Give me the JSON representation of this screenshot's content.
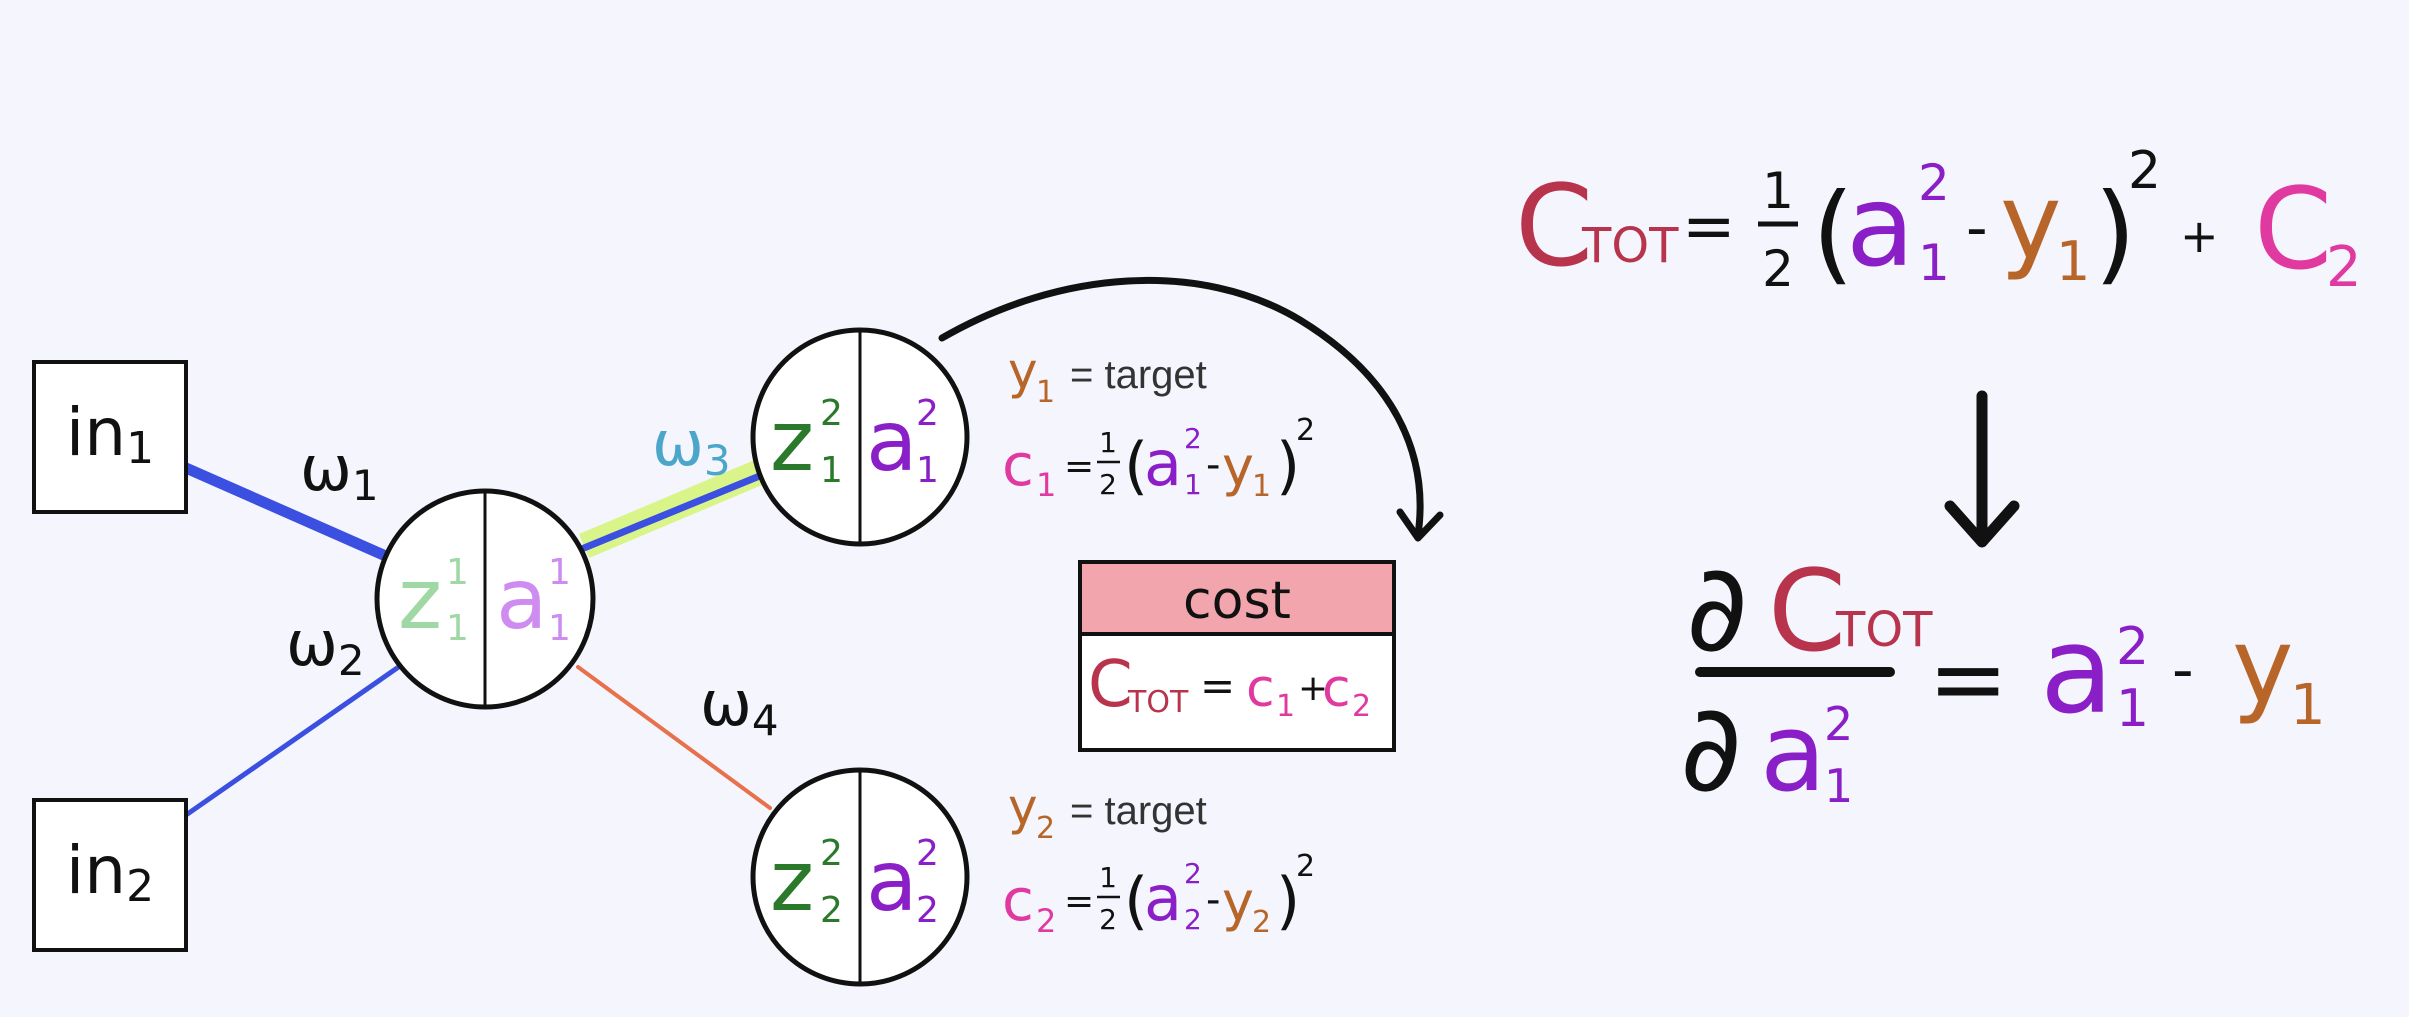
{
  "colors": {
    "background": "#f4f5fd",
    "weight_strong": "#3b4fe0",
    "weight_highlight": "#d9f58a",
    "weight_w3_label": "#4ba6c9",
    "weight_w4": "#e8704a",
    "z_layer1": "#9fd8a4",
    "a_layer1": "#cf8cf0",
    "z_layer2": "#2b7a2b",
    "a_layer2": "#8a1fc7",
    "cost_total": "#b8344c",
    "cost_parts": "#e0399f",
    "target": "#b8652a",
    "cost_header_bg": "#f2a5ad",
    "ink": "#111111"
  },
  "inputs": [
    {
      "base": "in",
      "sub": "1"
    },
    {
      "base": "in",
      "sub": "2"
    }
  ],
  "weights": [
    {
      "base": "ω",
      "sub": "1"
    },
    {
      "base": "ω",
      "sub": "2"
    },
    {
      "base": "ω",
      "sub": "3"
    },
    {
      "base": "ω",
      "sub": "4"
    }
  ],
  "neurons": {
    "hidden": {
      "z": "z",
      "a": "a",
      "sup": "1",
      "sub": "1"
    },
    "out1": {
      "z": "z",
      "a": "a",
      "sup": "2",
      "sub": "1"
    },
    "out2": {
      "z": "z",
      "a": "a",
      "sup": "2",
      "sub": "2"
    }
  },
  "annotations": {
    "y1": {
      "y": "y",
      "sub": "1",
      "eq": "= target"
    },
    "c1": {
      "c": "c",
      "sub": "1",
      "eq": "=",
      "frac_num": "1",
      "frac_den": "2",
      "open": "(",
      "a": "a",
      "a_sup": "2",
      "a_sub": "1",
      "minus": "-",
      "y": "y",
      "y_sub": "1",
      "close": ")",
      "pow": "2"
    },
    "y2": {
      "y": "y",
      "sub": "2",
      "eq": "= target"
    },
    "c2": {
      "c": "c",
      "sub": "2",
      "eq": "=",
      "frac_num": "1",
      "frac_den": "2",
      "open": "(",
      "a": "a",
      "a_sup": "2",
      "a_sub": "2",
      "minus": "-",
      "y": "y",
      "y_sub": "2",
      "close": ")",
      "pow": "2"
    }
  },
  "cost_box": {
    "title": "cost",
    "c": "C",
    "c_sub": "TOT",
    "eq": "=",
    "c1": "c",
    "c1_sub": "1",
    "plus": "+",
    "c2": "c",
    "c2_sub": "2"
  },
  "equation_top": {
    "c": "C",
    "c_sub": "TOT",
    "eq": "=",
    "frac_num": "1",
    "frac_den": "2",
    "open": "(",
    "a": "a",
    "a_sup": "2",
    "a_sub": "1",
    "minus": "-",
    "y": "y",
    "y_sub": "1",
    "close": ")",
    "pow": "2",
    "plus": "+",
    "c2": "C",
    "c2_sub": "2"
  },
  "arrow_glyph": "↓",
  "equation_bottom": {
    "partial": "∂",
    "c": "C",
    "c_sub": "TOT",
    "a": "a",
    "a_sup": "2",
    "a_sub": "1",
    "eq": "=",
    "r_a": "a",
    "r_sup": "2",
    "r_sub": "1",
    "minus": "-",
    "r_y": "y",
    "r_y_sub": "1"
  }
}
